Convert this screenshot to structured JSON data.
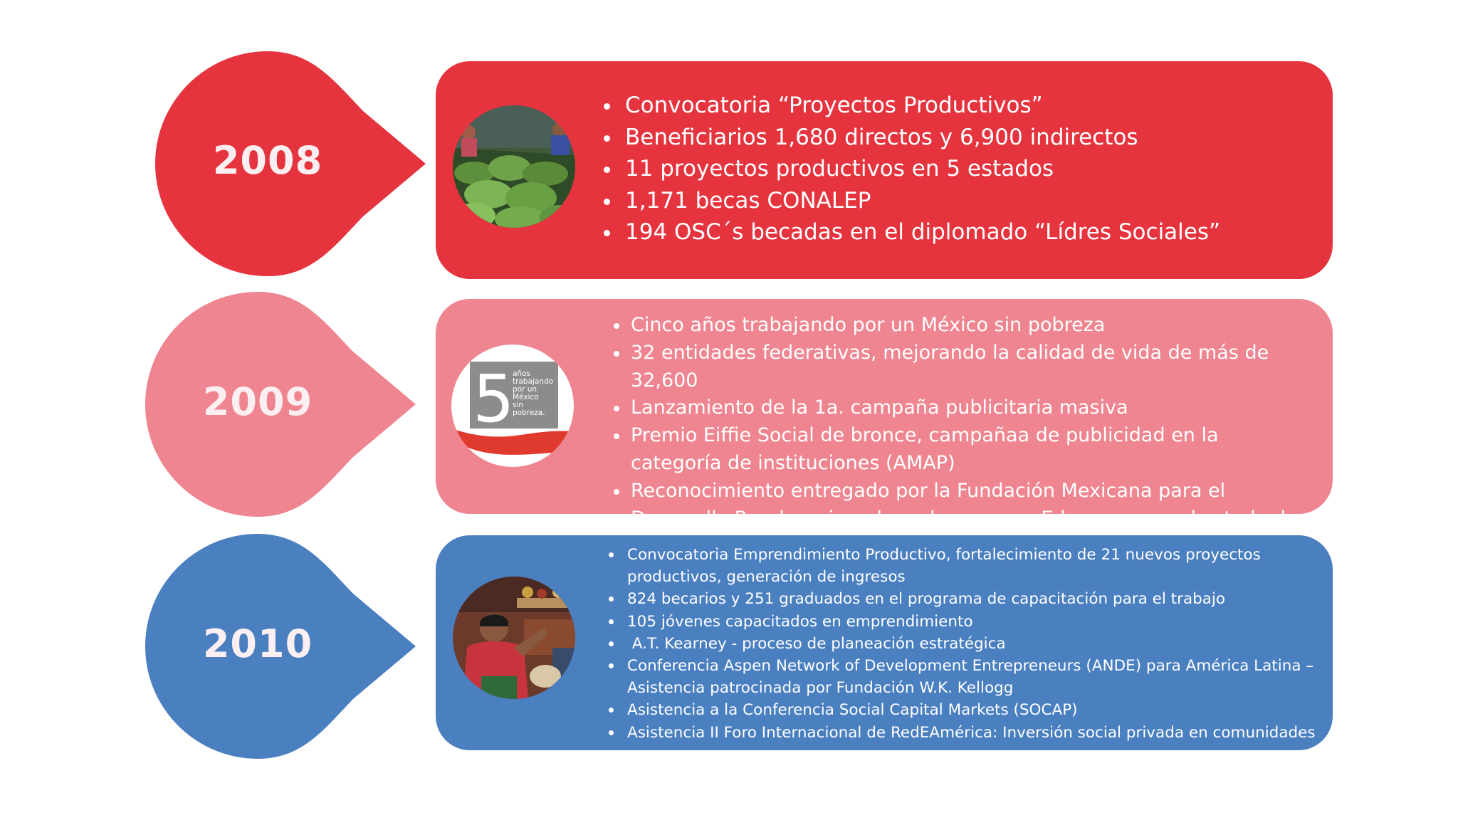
{
  "colors": {
    "red": "#e6343f",
    "pink": "#ef8590",
    "blue": "#4a7fc0",
    "year_text": "#fbeff1"
  },
  "timeline": [
    {
      "year": "2008",
      "image": "plant-nursery-workers-photo",
      "bullets": [
        "Convocatoria “Proyectos Productivos”",
        "Beneficiarios 1,680 directos y 6,900 indirectos",
        "11 proyectos productivos en 5 estados",
        "1,171 becas CONALEP",
        "194 OSC´s becadas en el diplomado “Lídres Sociales”"
      ]
    },
    {
      "year": "2009",
      "image": "five-years-campaign-logo",
      "logo": {
        "numeral": "5",
        "lines": [
          "años",
          "trabajando",
          "por un",
          "México",
          "sin",
          "pobreza."
        ]
      },
      "bullets": [
        "Cinco años trabajando por un México sin pobreza",
        "32 entidades federativas, mejorando la calidad de vida de más de 32,600",
        "Lanzamiento de la 1a. campaña publicitaria masiva",
        "Premio Eiffie Social de bronce, campañaa de publicidad en la categoría de instituciones (AMAP)",
        "Reconocimiento entregado por la Fundación Mexicana para el Desarrollo Rural por impulsar el programa Educampo en el estado de Chiapas"
      ]
    },
    {
      "year": "2010",
      "image": "artisan-woman-market-photo",
      "bullets": [
        "Convocatoria Emprendimiento Productivo, fortalecimiento de 21 nuevos proyectos productivos, generación de ingresos",
        "824 becarios y 251 graduados en el programa de capacitación para el trabajo",
        "105 jóvenes capacitados en emprendimiento",
        " A.T. Kearney - proceso de planeación estratégica",
        "Conferencia Aspen Network of Development Entrepreneurs (ANDE) para América Latina – Asistencia patrocinada por Fundación W.K. Kellogg",
        "Asistencia a la Conferencia Social Capital Markets (SOCAP)",
        "Asistencia II Foro Internacional de RedEAmérica: Inversión social privada en comunidades"
      ]
    }
  ]
}
